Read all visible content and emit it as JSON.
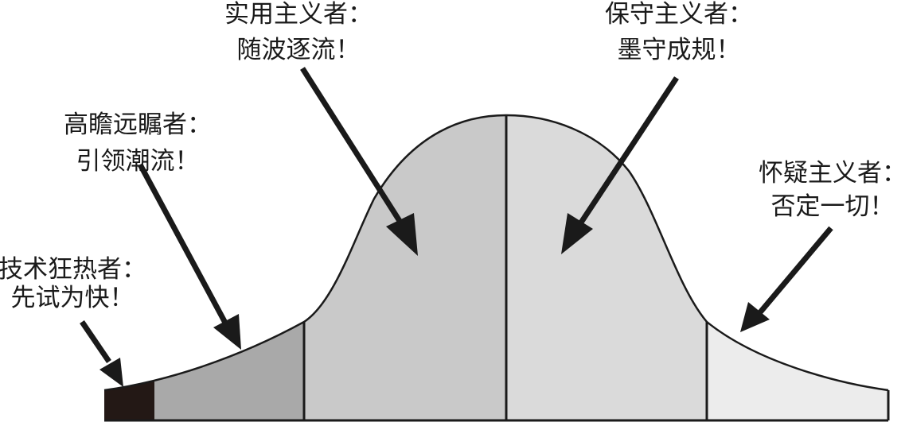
{
  "groups": [
    {
      "line1": "技术狂热者：",
      "line2": "先试为快！",
      "fill": "#231815"
    },
    {
      "line1": "高瞻远瞩者：",
      "line2": "引领潮流！",
      "fill": "#a9a9a9"
    },
    {
      "line1": "实用主义者：",
      "line2": "随波逐流！",
      "fill": "#c9c9c9"
    },
    {
      "line1": "保守主义者：",
      "line2": "墨守成规！",
      "fill": "#dadada"
    },
    {
      "line1": "怀疑主义者：",
      "line2": "否定一切！",
      "fill": "#ececec"
    }
  ],
  "colors": {
    "outline": "#1a1a1a",
    "arrow": "#1a1a1a",
    "text": "#1a1a1a"
  }
}
